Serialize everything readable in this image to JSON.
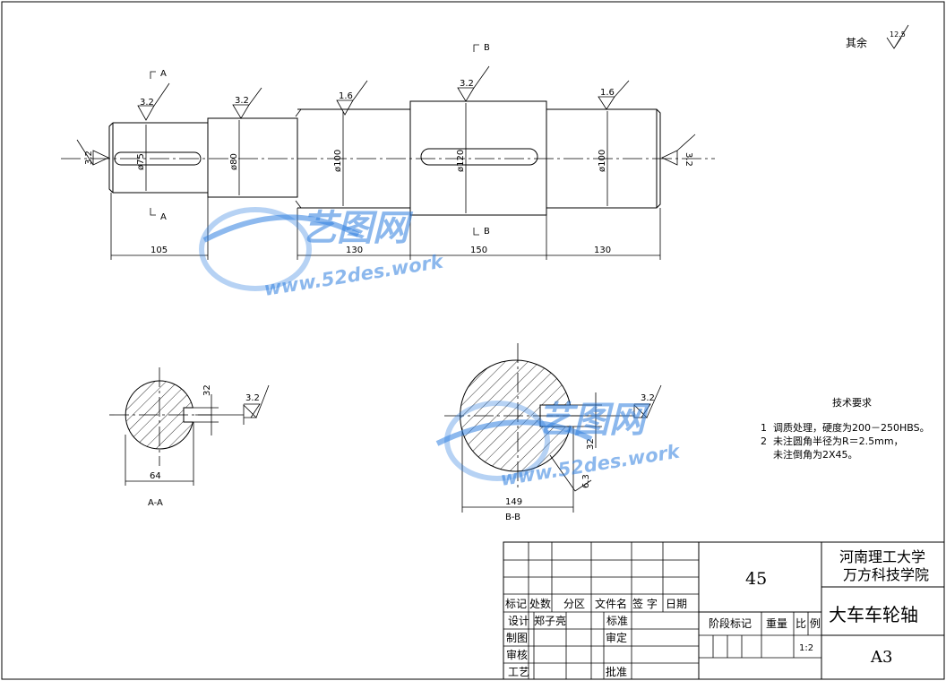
{
  "roughness": {
    "general_label": "其余",
    "general_value": "12.5",
    "marks": [
      "3.2",
      "3.2",
      "1.6",
      "3.2",
      "1.6",
      "3.2",
      "3.2",
      "3.2",
      "3.2"
    ]
  },
  "main_view": {
    "diameters": [
      "ø75",
      "ø80",
      "ø100",
      "ø120",
      "ø100"
    ],
    "lengths": [
      "105",
      "130",
      "150",
      "130"
    ],
    "section_labels": {
      "a": "A",
      "b": "B"
    }
  },
  "section_a": {
    "title": "A-A",
    "diameter_dim": "64",
    "key_dim": "32"
  },
  "section_b": {
    "title": "B-B",
    "diameter_dim": "149",
    "key_dim": "32",
    "chamfer_mark": "6.3"
  },
  "tech_requirements": {
    "title": "技术要求",
    "items": [
      "1  调质处理，硬度为200－250HBS。",
      "2  未注圆角半径为R＝2.5mm，",
      "    未注倒角为2X45。"
    ]
  },
  "watermark": {
    "brand": "艺图网",
    "url": "www.52des.work"
  },
  "title_block": {
    "material": "45",
    "school_line1": "河南理工大学",
    "school_line2": "万方科技学院",
    "part_name": "大车车轮轴",
    "sheet_size": "A3",
    "scale": "1:2",
    "headers": {
      "mark": "标记",
      "count": "处数",
      "zone": "分区",
      "file_name": "文件名",
      "sign": "签 字",
      "date": "日期",
      "stage_mark": "阶段标记",
      "weight": "重量",
      "ratio": "比 例"
    },
    "rows": {
      "design": "设计",
      "designer": "郑子亮",
      "standard": "标准",
      "drawing": "制图",
      "review": "审定",
      "check": "审核",
      "process": "工艺",
      "approve": "批准"
    }
  }
}
